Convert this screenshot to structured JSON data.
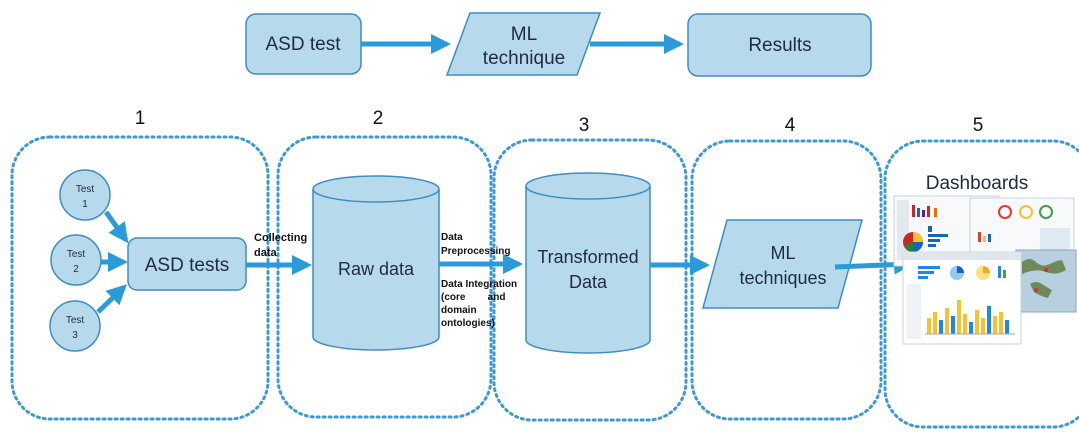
{
  "colors": {
    "box_fill": "#b7d9ec",
    "box_stroke": "#3e8dc1",
    "arrow": "#2a9ad8",
    "dotted": "#3a9ad9",
    "text": "#1f2a44"
  },
  "legend": {
    "asd_test": "ASD test",
    "ml_technique_line1": "ML",
    "ml_technique_line2": "technique",
    "results": "Results"
  },
  "stages": [
    {
      "number": "1"
    },
    {
      "number": "2"
    },
    {
      "number": "3"
    },
    {
      "number": "4"
    },
    {
      "number": "5"
    }
  ],
  "tests": [
    {
      "line1": "Test",
      "line2": "1"
    },
    {
      "line1": "Test",
      "line2": "2"
    },
    {
      "line1": "Test",
      "line2": "3"
    }
  ],
  "asd_tests": "ASD tests",
  "collecting_line1": "Collecting",
  "collecting_line2": "data",
  "raw_data": "Raw data",
  "preprocessing_line1": "Data",
  "preprocessing_line2": "Preprocessing",
  "integration_lines": [
    "Data Integration",
    "(core        and",
    "domain",
    "ontologies)"
  ],
  "transformed_line1": "Transformed",
  "transformed_line2": "Data",
  "ml_techniques_line1": "ML",
  "ml_techniques_line2": "techniques",
  "dashboards": "Dashboards",
  "dashboard_image_icon": "dashboard-screenshots-icon"
}
